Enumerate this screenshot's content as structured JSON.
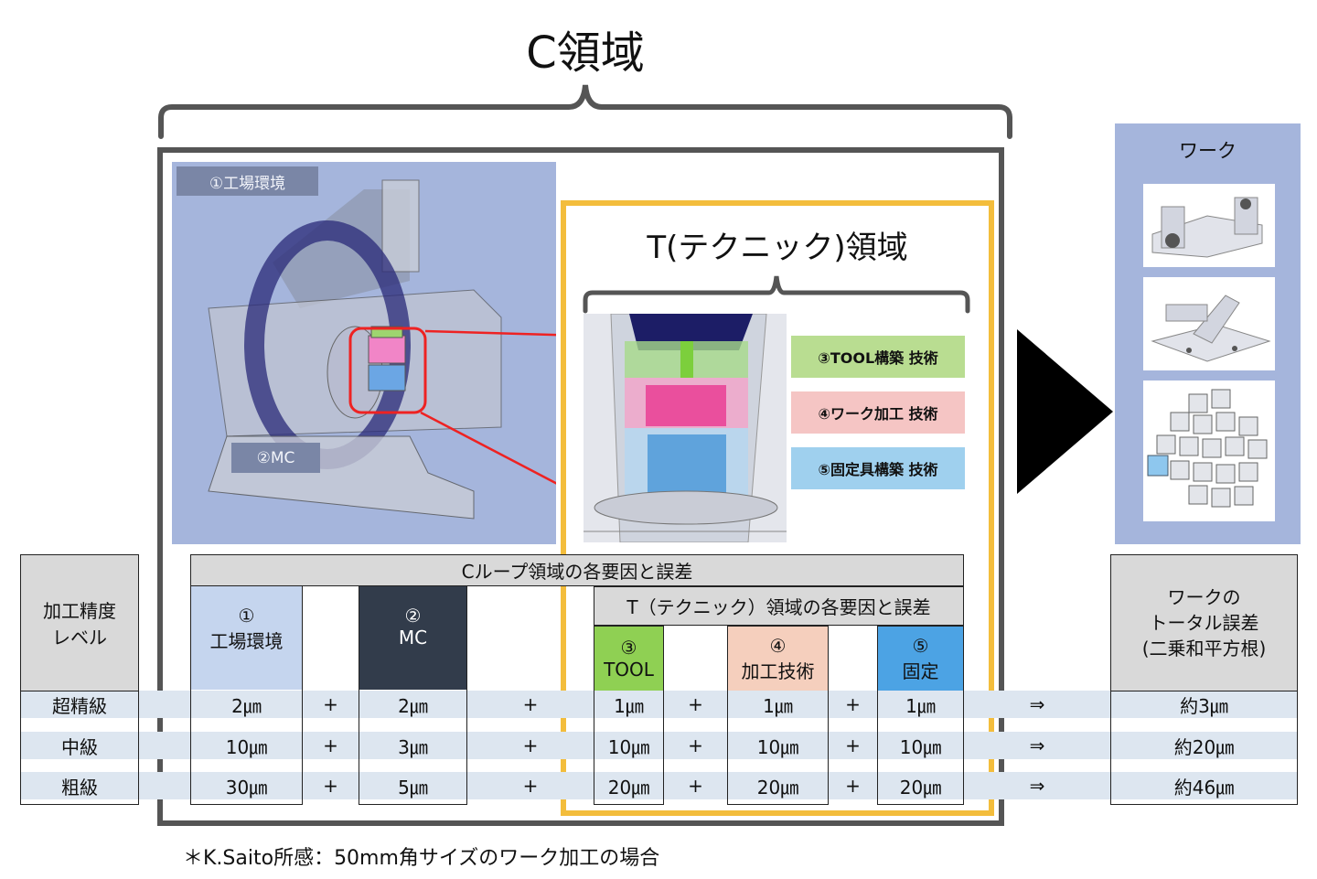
{
  "c_title": "C領域",
  "t_title": "T(テクニック)領域",
  "machine_labels": {
    "env": "①工場環境",
    "mc": "②MC"
  },
  "tech_boxes": [
    {
      "label": "③TOOL構築 技術",
      "color": "#b9dd91"
    },
    {
      "label": "④ワーク加工 技術",
      "color": "#f5c5c4"
    },
    {
      "label": "⑤固定具構築 技術",
      "color": "#9fd0ee"
    }
  ],
  "work_panel": {
    "title": "ワーク"
  },
  "table": {
    "level_header_line1": "加工精度",
    "level_header_line2": "レベル",
    "c_loop_header": "Cループ領域の各要因と誤差",
    "t_header": "T（テクニック）領域の各要因と誤差",
    "factors": [
      {
        "num": "①",
        "name": "工場環境",
        "color": "#c5d5ee"
      },
      {
        "num": "②",
        "name": "MC",
        "color": "#323c4b"
      },
      {
        "num": "③",
        "name": "TOOL",
        "color": "#8fd053"
      },
      {
        "num": "④",
        "name": "加工技術",
        "color": "#f5cfbd"
      },
      {
        "num": "⑤",
        "name": "固定",
        "color": "#4ca3e4"
      }
    ],
    "total_header_line1": "ワークの",
    "total_header_line2": "トータル誤差",
    "total_header_line3": "(二乗和平方根)",
    "plus": "+",
    "implies": "⇒",
    "rows": [
      {
        "level": "超精級",
        "values": [
          "2㎛",
          "2㎛",
          "1㎛",
          "1㎛",
          "1㎛"
        ],
        "total": "約3㎛"
      },
      {
        "level": "中級",
        "values": [
          "10㎛",
          "3㎛",
          "10㎛",
          "10㎛",
          "10㎛"
        ],
        "total": "約20㎛"
      },
      {
        "level": "粗級",
        "values": [
          "30㎛",
          "5㎛",
          "20㎛",
          "20㎛",
          "20㎛"
        ],
        "total": "約46㎛"
      }
    ]
  },
  "footnote": "＊K.Saito所感：50mm角サイズのワーク加工の場合"
}
